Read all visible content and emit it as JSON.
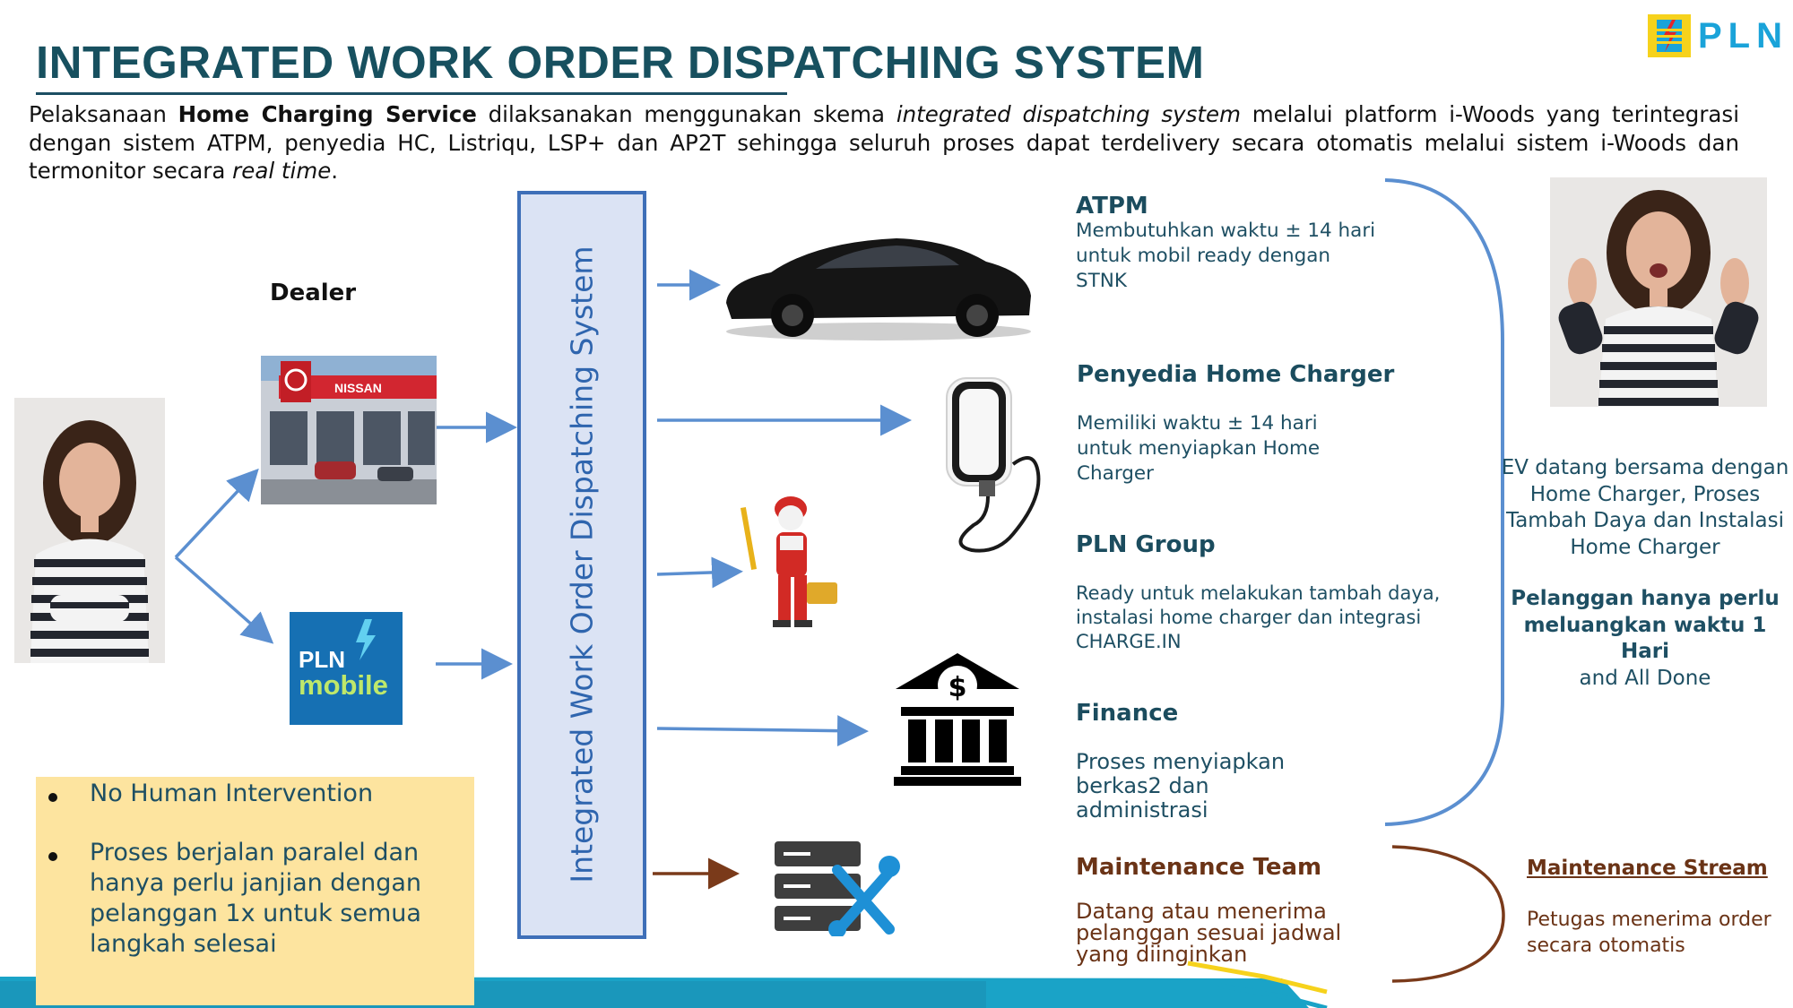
{
  "header": {
    "title": "INTEGRATED WORK ORDER DISPATCHING SYSTEM",
    "logo_text": "PLN"
  },
  "intro": {
    "p1": "Pelaksanaan ",
    "b1": "Home Charging Service",
    "p2": " dilaksanakan menggunakan skema ",
    "i1": "integrated dispatching system",
    "p3": " melalui platform i-Woods yang terintegrasi dengan sistem ATPM, penyedia HC, Listriqu, LSP+ dan AP2T sehingga seluruh proses dapat terdelivery secara otomatis melalui sistem i-Woods dan termonitor secara ",
    "i2": "real time",
    "p4": "."
  },
  "left": {
    "dealer_label": "Dealer",
    "nissan_sign": "NISSAN",
    "app_line1": "PLN",
    "app_line2": "mobile"
  },
  "dispatch": {
    "label": "Integrated Work Order Dispatching System"
  },
  "stakeholders": [
    {
      "title": "ATPM",
      "desc": "Membutuhkan waktu ± 14 hari untuk mobil ready dengan STNK"
    },
    {
      "title": "Penyedia Home Charger",
      "desc": "Memiliki waktu ± 14 hari untuk menyiapkan Home Charger"
    },
    {
      "title": "PLN Group",
      "desc": "Ready untuk melakukan tambah daya, instalasi home charger dan integrasi CHARGE.IN"
    },
    {
      "title": "Finance",
      "desc": "Proses menyiapkan berkas2 dan administrasi"
    },
    {
      "title": "Maintenance Team",
      "desc": "Datang atau menerima pelanggan sesuai jadwal yang diinginkan"
    }
  ],
  "notes": [
    "No Human Intervention",
    "Proses berjalan paralel dan hanya perlu janjian dengan pelanggan 1x untuk semua langkah selesai"
  ],
  "right": {
    "desc": "EV datang bersama dengan Home Charger, Proses Tambah Daya dan Instalasi Home Charger",
    "summary_bold": "Pelanggan hanya perlu meluangkan waktu 1 Hari",
    "summary_rest": "and All Done",
    "maintenance_title": "Maintenance Stream",
    "maintenance_desc": "Petugas menerima order secara otomatis"
  },
  "colors": {
    "title": "#17505f",
    "teal_text": "#1e4f63",
    "blue_arrow": "#5b8fd0",
    "brown": "#7a3a1a",
    "note_bg": "#fde49f",
    "dispatch_bg": "#dbe3f4",
    "accent_wave": "#1aa3c7"
  },
  "icons": [
    "car-icon",
    "home-charger-icon",
    "technician-icon",
    "bank-icon",
    "server-maintenance-icon"
  ]
}
